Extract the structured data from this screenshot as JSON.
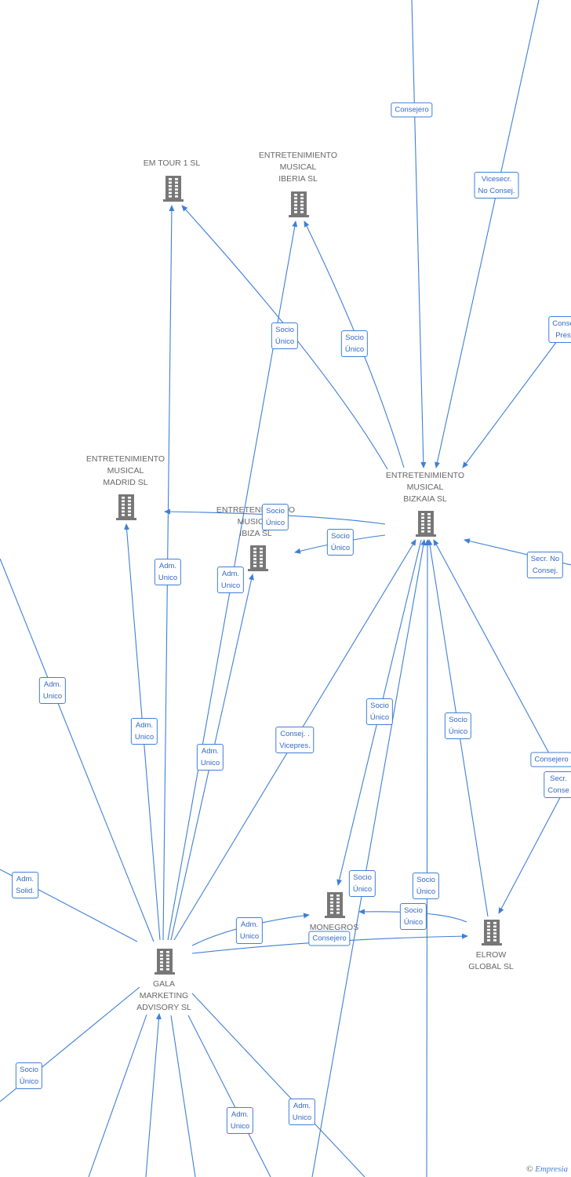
{
  "nodes": [
    {
      "id": "emtour",
      "label": [
        "EM TOUR 1  SL"
      ]
    },
    {
      "id": "iberia",
      "label": [
        "ENTRETENIMIENTO",
        "MUSICAL",
        "IBERIA  SL"
      ]
    },
    {
      "id": "bizkaia",
      "label": [
        "ENTRETENIMIENTO",
        "MUSICAL",
        "BIZKAIA  SL"
      ]
    },
    {
      "id": "madrid",
      "label": [
        "ENTRETENIMIENTO",
        "MUSICAL",
        "MADRID  SL"
      ]
    },
    {
      "id": "ibiza",
      "label": [
        "ENTRETENIMIENTO",
        "MUSICAL",
        "IBIZA  SL"
      ]
    },
    {
      "id": "monegros",
      "label": [
        "MONEGROS",
        "SL"
      ]
    },
    {
      "id": "elrow",
      "label": [
        "ELROW",
        "GLOBAL  SL"
      ]
    },
    {
      "id": "gala",
      "label": [
        "GALA",
        "MARKETING",
        "ADVISORY SL"
      ]
    }
  ],
  "edge_labels": [
    [
      "Consejero"
    ],
    [
      "Vicesecr.",
      "No Consej."
    ],
    [
      "Conse",
      "Pres"
    ],
    [
      "Socio",
      "Único"
    ],
    [
      "Socio",
      "Único"
    ],
    [
      "Socio",
      "Único"
    ],
    [
      "Socio",
      "Único"
    ],
    [
      "Secr.  No",
      "Consej."
    ],
    [
      "Adm.",
      "Unico"
    ],
    [
      "Adm.",
      "Unico"
    ],
    [
      "Adm.",
      "Unico"
    ],
    [
      "Adm.",
      "Unico"
    ],
    [
      "Adm.",
      "Unico"
    ],
    [
      "Consej. .",
      "Vicepres."
    ],
    [
      "Socio",
      "Único"
    ],
    [
      "Socio",
      "Único"
    ],
    [
      "Consejero"
    ],
    [
      "Secr.",
      "Conse"
    ],
    [
      "Adm.",
      "Solid."
    ],
    [
      "Socio",
      "Único"
    ],
    [
      "Socio",
      "Único"
    ],
    [
      "Socio",
      "Único"
    ],
    [
      "Adm.",
      "Unico"
    ],
    [
      "Consejero"
    ],
    [
      "Socio",
      "Único"
    ],
    [
      "Adm.",
      "Unico"
    ],
    [
      "Adm.",
      "Unico"
    ]
  ],
  "copyright": {
    "symbol": "©",
    "brand": "Empresia"
  },
  "colors": {
    "edge": "#3f7fd6",
    "node_icon": "#777777",
    "label_text": "#666666"
  }
}
